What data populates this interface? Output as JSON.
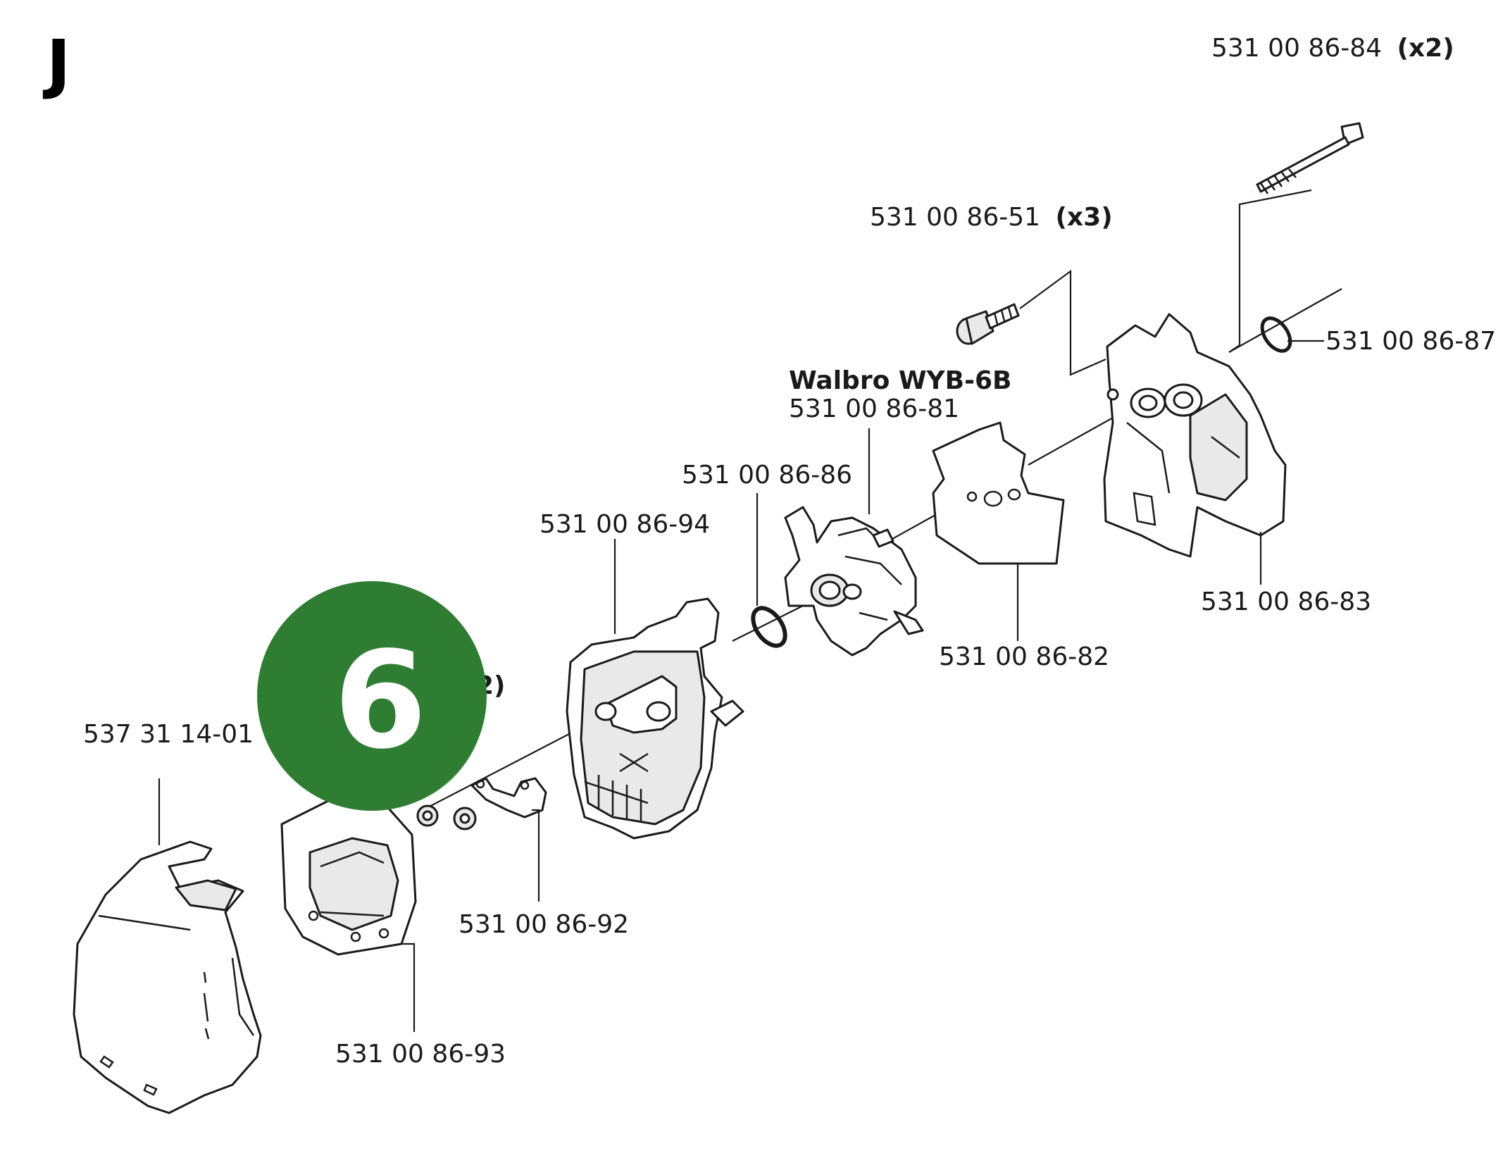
{
  "section_letter": "J",
  "badge": {
    "number": "6",
    "color": "#2e7d32"
  },
  "carburetor_model": "Walbro WYB-6B",
  "callouts": {
    "bolt_long": {
      "part": "531 00 86-84",
      "qty": "(x2)"
    },
    "screw": {
      "part": "531 00 86-51",
      "qty": "(x3)"
    },
    "o_ring": {
      "part": "531 00 86-87"
    },
    "carburetor": {
      "part": "531 00 86-81"
    },
    "gasket_ring": {
      "part": "531 00 86-86"
    },
    "air_filter_base": {
      "part": "531 00 86-94"
    },
    "insulator": {
      "part": "531 00 86-83"
    },
    "gasket_plate": {
      "part": "531 00 86-82"
    },
    "cover": {
      "part": "537 31 14-01"
    },
    "bracket": {
      "part": "531 00 86-92"
    },
    "filter_element": {
      "part": "531 00 86-93"
    },
    "hidden_qty": {
      "text": "2)"
    }
  }
}
